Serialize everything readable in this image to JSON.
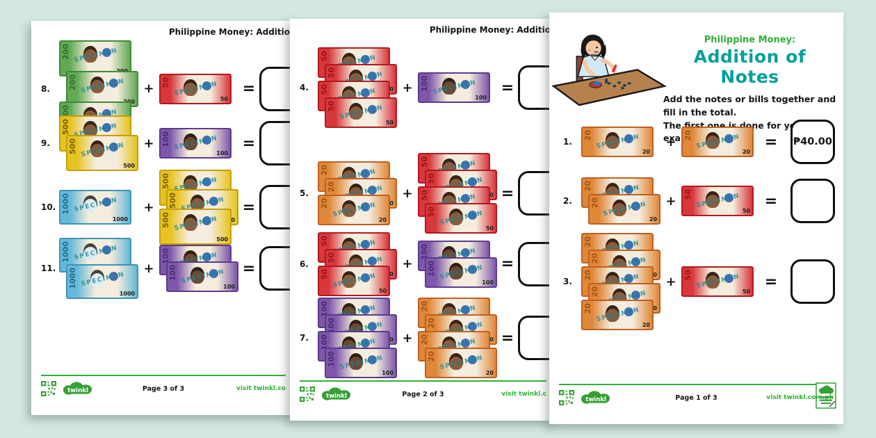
{
  "colors": {
    "green": "#2eb135",
    "teal": "#00a09b",
    "mint_bg": "#d3e8e1"
  },
  "running_title": "Philippine Money: Additio",
  "header": {
    "category": "Philippine Money:",
    "title": "Addition of Notes",
    "instructions_line1": "Add the notes or bills together and fill in the total.",
    "instructions_line2": "The first one is done for you as an example."
  },
  "symbols": {
    "plus": "+",
    "equals": "="
  },
  "specimen": "SPECIMEN",
  "notes": {
    "20": {
      "label": "20",
      "body": "#e0883a",
      "edge": "#bf5f1e",
      "num": "#a35414",
      "face": "#8a5c3c",
      "h": 44,
      "strip": 24
    },
    "50": {
      "label": "50",
      "body": "#d8373c",
      "edge": "#b2191f",
      "num": "#9c1418",
      "face": "#8a5c3c",
      "h": 44,
      "strip": 24
    },
    "100": {
      "label": "100",
      "body": "#7e57ab",
      "edge": "#5d3a8a",
      "num": "#4b2c73",
      "face": "#6b4a33",
      "h": 44,
      "strip": 24
    },
    "200": {
      "label": "200",
      "body": "#63a955",
      "edge": "#3f8a38",
      "num": "#33702c",
      "face": "#8a5c3c",
      "h": 52,
      "strip": 44
    },
    "500": {
      "label": "500",
      "body": "#e7c320",
      "edge": "#c3a00a",
      "num": "#7a6300",
      "face": "#8a5c3c",
      "h": 52,
      "strip": 28
    },
    "1000": {
      "label": "1000",
      "body": "#66b9d8",
      "edge": "#3f93b5",
      "num": "#1f6d8e",
      "face": "#dbeef5",
      "h": 50,
      "strip": 38
    }
  },
  "problems": [
    {
      "num": "1.",
      "a": {
        "note": "20",
        "count": 1
      },
      "b": {
        "note": "20",
        "count": 1
      },
      "answer": "₱40.00"
    },
    {
      "num": "2.",
      "a": {
        "note": "20",
        "count": 2
      },
      "b": {
        "note": "50",
        "count": 1
      },
      "answer": ""
    },
    {
      "num": "3.",
      "a": {
        "note": "20",
        "count": 5
      },
      "b": {
        "note": "50",
        "count": 1
      },
      "answer": ""
    },
    {
      "num": "4.",
      "a": {
        "note": "50",
        "count": 4
      },
      "b": {
        "note": "100",
        "count": 1
      },
      "answer": ""
    },
    {
      "num": "5.",
      "a": {
        "note": "20",
        "count": 3
      },
      "b": {
        "note": "50",
        "count": 4
      },
      "answer": ""
    },
    {
      "num": "6.",
      "a": {
        "note": "50",
        "count": 3
      },
      "b": {
        "note": "100",
        "count": 2
      },
      "answer": ""
    },
    {
      "num": "7.",
      "a": {
        "note": "100",
        "count": 4
      },
      "b": {
        "note": "20",
        "count": 4
      },
      "answer": ""
    },
    {
      "num": "8.",
      "a": {
        "note": "200",
        "count": 3
      },
      "b": {
        "note": "50",
        "count": 1
      },
      "answer": ""
    },
    {
      "num": "9.",
      "a": {
        "note": "500",
        "count": 2
      },
      "b": {
        "note": "100",
        "count": 1
      },
      "answer": ""
    },
    {
      "num": "10.",
      "a": {
        "note": "1000",
        "count": 1
      },
      "b": {
        "note": "500",
        "count": 3
      },
      "answer": ""
    },
    {
      "num": "11.",
      "a": {
        "note": "1000",
        "count": 2
      },
      "b": {
        "note": "100",
        "count": 2
      },
      "answer": ""
    }
  ],
  "footers": {
    "page1": {
      "page_label": "Page 1 of 3",
      "site": "visit twinkl.com.ph",
      "logo": "twinkl"
    },
    "page2": {
      "page_label": "Page 2 of 3",
      "site": "visit twinkl.c",
      "logo": "twinkl"
    },
    "page3": {
      "page_label": "Page 3 of 3",
      "site": "visit twinkl.co",
      "logo": "twinkl"
    }
  }
}
